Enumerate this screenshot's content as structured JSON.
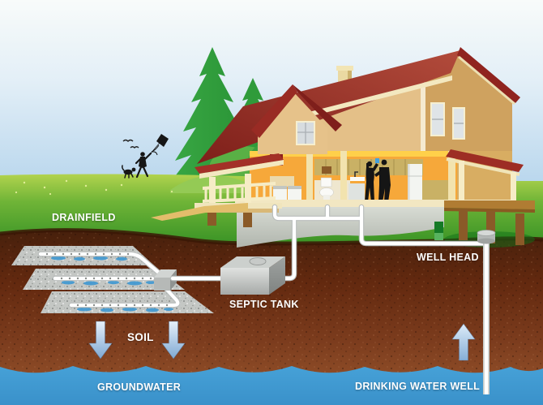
{
  "labels": {
    "drainfield": "DRAINFIELD",
    "septic_tank": "SEPTIC TANK",
    "well_head": "WELL HEAD",
    "soil": "SOIL",
    "groundwater": "GROUNDWATER",
    "drinking_water_well": "DRINKING WATER WELL"
  },
  "icons": {
    "soil_percolation": "down-arrow",
    "groundwater_flow": "up-arrow",
    "figures": [
      "boy-silhouette",
      "kite-icon",
      "dog-silhouette",
      "birds-icon"
    ]
  },
  "colors": {
    "sky_blue": "#93c1e5",
    "grass_green": "#46a02b",
    "soil_brown": "#7d3d1e",
    "groundwater_blue": "#3f98d2",
    "roof_red": "#9a2b24",
    "wall_tan": "#e2bd85",
    "interior_orange": "#f6a83a",
    "pipe_white": "#ffffff",
    "tank_gray": "#b9bcbb",
    "arrow_blue": "#8fb4da",
    "label_text": "#ffffff"
  }
}
